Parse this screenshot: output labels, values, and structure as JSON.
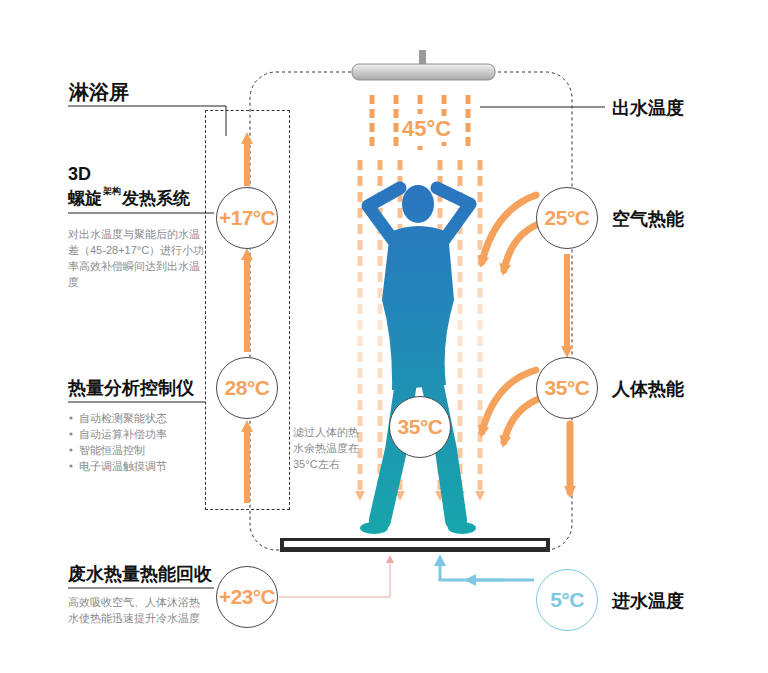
{
  "diagram": {
    "nodes": [
      {
        "text": [
          "淋浴屏"
        ]
      },
      {
        "text": [
          "+17°C"
        ],
        "in": 0
      },
      {
        "text": [
          "28°C"
        ],
        "in": 0
      },
      {
        "text": [
          "25°C"
        ]
      },
      {
        "text": [
          "35°C"
        ]
      },
      {
        "text": [
          "35°C"
        ]
      },
      {
        "text": [
          "+23°C"
        ]
      },
      {
        "text": [
          "5°C"
        ]
      }
    ],
    "edges": [
      {
        "from": 2,
        "to": 1,
        "arrow": "to"
      },
      {
        "from": 3,
        "to": 4,
        "arrow": "to"
      }
    ],
    "labels": [
      "3D",
      "螺旋",
      "架构",
      "发热系统",
      "对出水温度与聚能后的水温差（45-28+17°C）进行小功率高效补偿瞬间达到出水温度",
      "热量分析控制仪",
      "自动检测聚能状态",
      "自动运算补偿功率",
      "智能恒温控制",
      "电子调温触摸调节",
      "废水热量热能回收",
      "高效吸收空气、人体沐浴热水使热能迅速提升冷水温度",
      "出水温度",
      "45°C",
      "空气热能",
      "人体热能",
      "滤过人体的热水余热温度在35°C左右",
      "进水温度"
    ]
  }
}
